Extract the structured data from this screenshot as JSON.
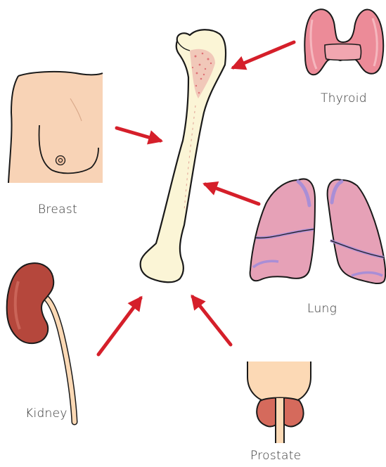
{
  "labels": {
    "thyroid": "Thyroid",
    "breast": "Breast",
    "lung": "Lung",
    "kidney": "Kidney",
    "prostate": "Prostate"
  },
  "colors": {
    "arrow": "#d51f2a",
    "bone": "#fbf5d6",
    "bone_marrow": "#e07a82",
    "skin": "#f8d3b6",
    "thyroid": "#ec8b98",
    "lung": "#e6a1b7",
    "lung_edge": "#a98ed6",
    "kidney": "#b5473c",
    "prostate": "#d56a5c",
    "bladder": "#fcd9b5"
  }
}
